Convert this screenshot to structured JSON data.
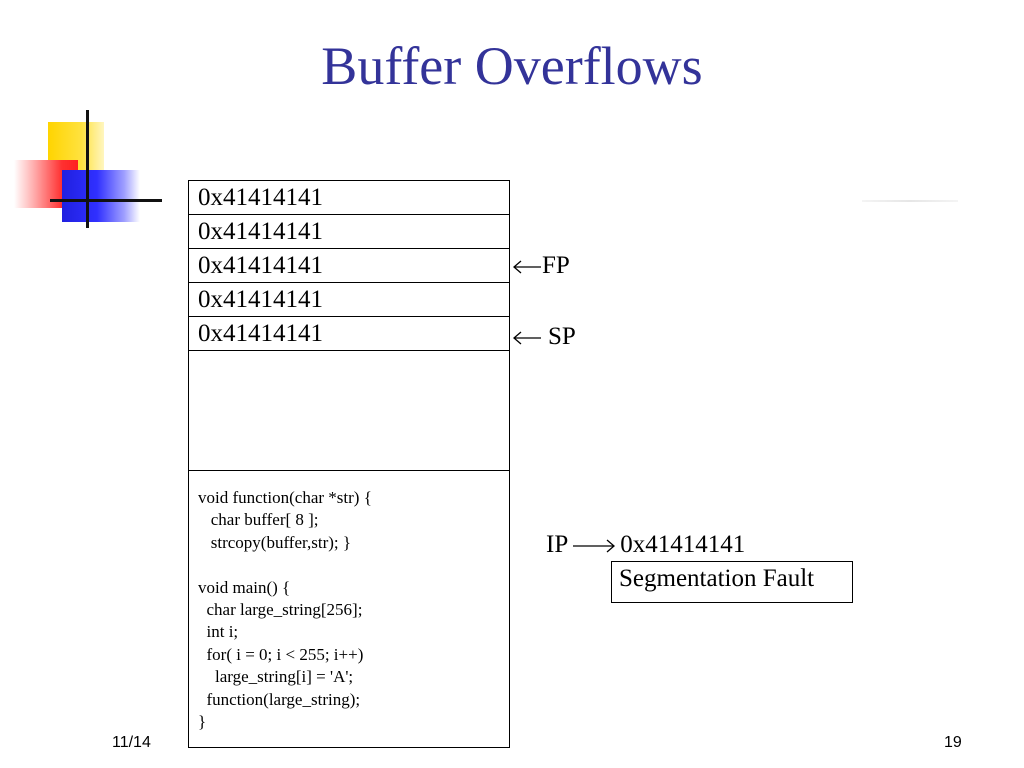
{
  "slide": {
    "title": "Buffer Overflows",
    "colors": {
      "title": "#333399",
      "deco_yellow": "#ffd400",
      "deco_red": "#ff2020",
      "deco_blue": "#2020e0"
    }
  },
  "stack": {
    "cells": [
      "0x41414141",
      "0x41414141",
      "0x41414141",
      "0x41414141",
      "0x41414141"
    ],
    "code_lines": [
      "void function(char *str) {",
      "   char buffer[ 8 ];",
      "   strcopy(buffer,str); }",
      "",
      "void main() {",
      "  char large_string[256];",
      "  int i;",
      "  for( i = 0; i < 255; i++)",
      "    large_string[i] = 'A';",
      "  function(large_string);",
      "}"
    ]
  },
  "pointers": {
    "fp_label": "FP",
    "sp_label": "SP",
    "ip_label": "IP",
    "ip_value": "0x41414141"
  },
  "error": {
    "message": "Segmentation Fault"
  },
  "footer": {
    "date": "11/14",
    "page": "19"
  }
}
